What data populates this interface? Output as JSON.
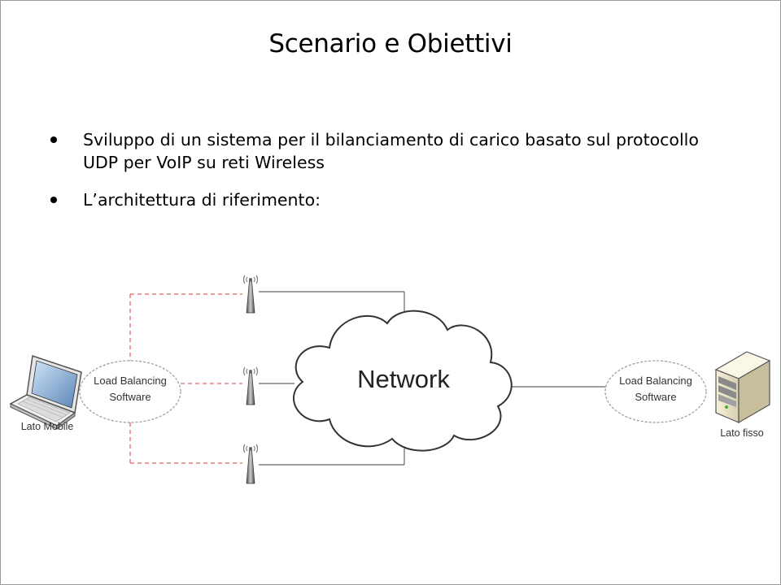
{
  "slide": {
    "title": "Scenario e Obiettivi",
    "bullets": [
      "Sviluppo di un sistema per il bilanciamento di carico basato sul protocollo UDP per VoIP su reti Wireless",
      "L’architettura di riferimento:"
    ]
  },
  "diagram": {
    "network_label": "Network",
    "left_node": {
      "line1": "Load Balancing",
      "line2": "Software",
      "device_label": "Lato Mobile",
      "device_icon": "laptop-icon"
    },
    "right_node": {
      "line1": "Load Balancing",
      "line2": "Software",
      "device_label": "Lato fisso",
      "device_icon": "server-icon"
    },
    "access_points": 3,
    "colors": {
      "wireless_link": "#e06666",
      "wired_link": "#666666"
    }
  }
}
